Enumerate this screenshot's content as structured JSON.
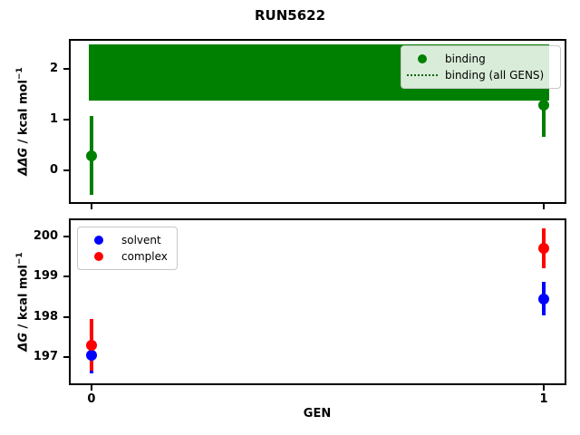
{
  "title": "RUN5622",
  "colors": {
    "binding": "#008000",
    "solvent": "#0000ff",
    "complex": "#ff0000",
    "spine": "#000000"
  },
  "axis_labels": {
    "x_label": "GEN",
    "top_y_italic": "ΔΔG",
    "top_y_rest": " / kcal mol",
    "top_y_sup": "−1",
    "bottom_y_italic": "ΔG",
    "bottom_y_rest": " / kcal mol",
    "bottom_y_sup": "−1"
  },
  "legend_top": {
    "items": [
      {
        "label": "binding",
        "marker": "dot",
        "color": "#008000"
      },
      {
        "label": "binding (all GENS)",
        "marker": "dotted-line",
        "color": "#008000"
      }
    ]
  },
  "legend_bottom": {
    "items": [
      {
        "label": "solvent",
        "marker": "dot",
        "color": "#0000ff"
      },
      {
        "label": "complex",
        "marker": "dot",
        "color": "#ff0000"
      }
    ]
  },
  "chart_data": [
    {
      "type": "scatter",
      "subplot": "top",
      "title": "RUN5622",
      "xlabel": "",
      "ylabel": "ΔΔG / kcal mol⁻¹",
      "x": [
        0,
        1
      ],
      "series": [
        {
          "name": "binding",
          "color": "#008000",
          "y": [
            0.3,
            1.29
          ],
          "yerr": [
            0.78,
            0.63
          ]
        }
      ],
      "band": {
        "name": "binding (all GENS)",
        "color": "#008000",
        "ymin": 1.38,
        "ymax": 2.48,
        "x_range": [
          0,
          1
        ]
      },
      "xlim": [
        -0.05,
        1.05
      ],
      "ylim": [
        -0.65,
        2.59
      ],
      "yticks": [
        0,
        1,
        2
      ],
      "xticks": [
        0,
        1
      ],
      "xticklabels_visible": false,
      "grid": false,
      "legend_position": "upper right"
    },
    {
      "type": "scatter",
      "subplot": "bottom",
      "title": "",
      "xlabel": "GEN",
      "ylabel": "ΔG / kcal mol⁻¹",
      "x": [
        0,
        1
      ],
      "series": [
        {
          "name": "solvent",
          "color": "#0000ff",
          "y": [
            197.05,
            198.45
          ],
          "yerr": [
            0.45,
            0.42
          ]
        },
        {
          "name": "complex",
          "color": "#ff0000",
          "y": [
            197.3,
            199.7
          ],
          "yerr": [
            0.65,
            0.5
          ]
        }
      ],
      "xlim": [
        -0.05,
        1.05
      ],
      "ylim": [
        196.3,
        200.45
      ],
      "yticks": [
        197,
        198,
        199,
        200
      ],
      "xticks": [
        0,
        1
      ],
      "xticklabels_visible": true,
      "grid": false,
      "legend_position": "upper left"
    }
  ]
}
